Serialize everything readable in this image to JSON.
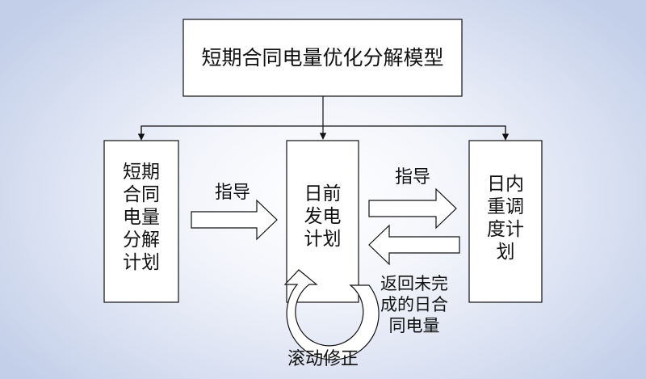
{
  "top_box": {
    "label": "短期合同电量优化分解模型"
  },
  "left_box": {
    "lines": [
      "短期",
      "合同",
      "电量",
      "分解",
      "计划"
    ]
  },
  "center_box": {
    "lines": [
      "日前",
      "发电",
      "计划"
    ]
  },
  "right_box": {
    "lines": [
      "日内",
      "重调",
      "度计",
      "划"
    ]
  },
  "arrow_left_label": "指导",
  "arrow_right_label": "指导",
  "return_label": {
    "lines": [
      "返回未完",
      "成的日合",
      "同电量"
    ]
  },
  "rolling_label": "滚动修正"
}
